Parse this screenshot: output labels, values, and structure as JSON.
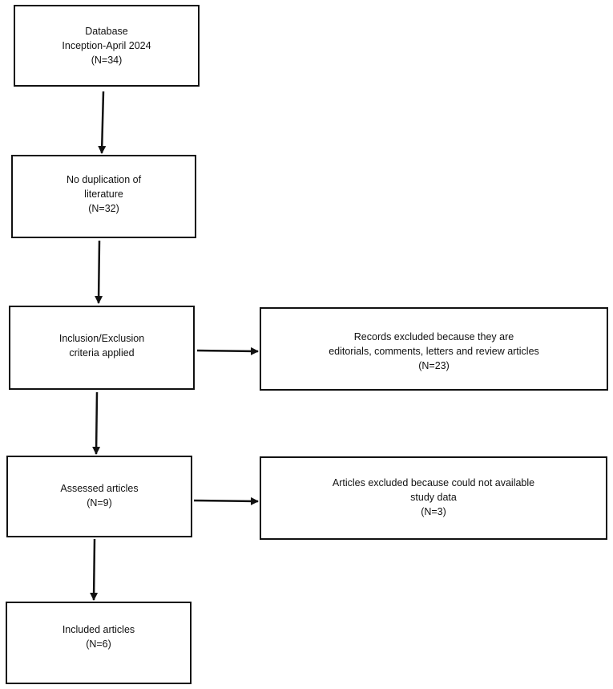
{
  "boxes": {
    "database": {
      "lines": [
        "Database",
        "Inception-April 2024",
        "(N=34)"
      ]
    },
    "no_duplication": {
      "lines": [
        "No duplication of",
        "literature",
        "(N=32)"
      ]
    },
    "inclusion_exclusion": {
      "lines": [
        "Inclusion/Exclusion",
        "criteria applied"
      ]
    },
    "records_excluded": {
      "lines": [
        "Records excluded because they are",
        "editorials, comments, letters and review articles",
        "(N=23)"
      ]
    },
    "assessed": {
      "lines": [
        "Assessed articles",
        "(N=9)"
      ]
    },
    "articles_excluded": {
      "lines": [
        "Articles excluded because could not available",
        "study data",
        "(N=3)"
      ]
    },
    "included": {
      "lines": [
        "Included articles",
        "(N=6)"
      ]
    }
  }
}
